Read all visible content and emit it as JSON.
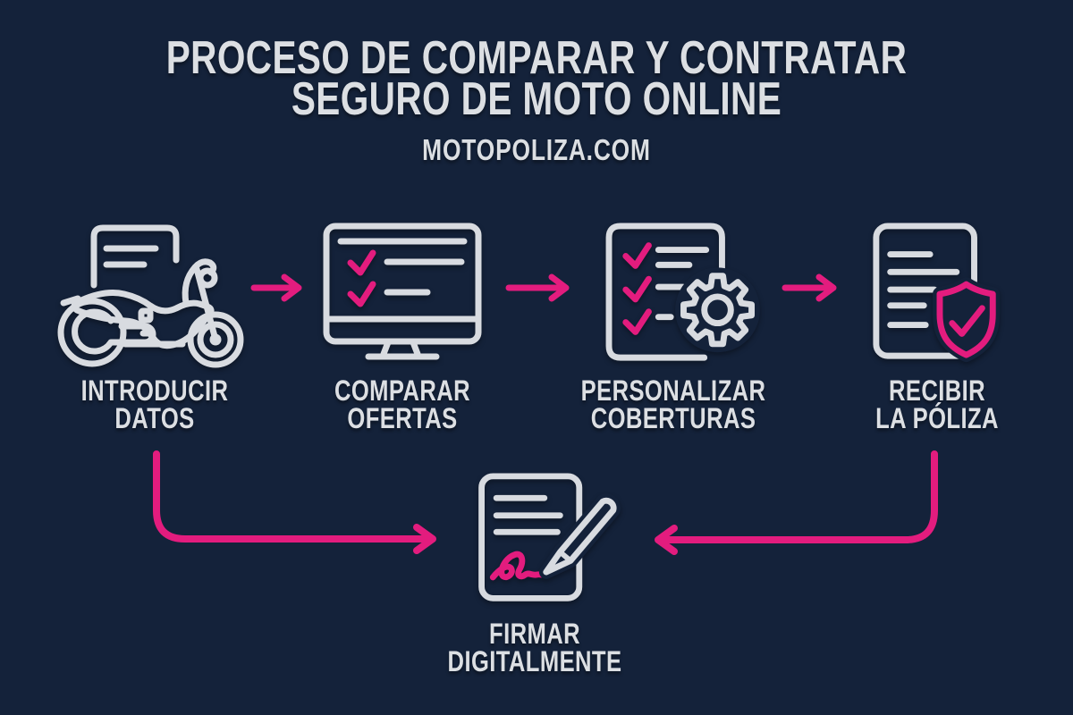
{
  "header": {
    "title_line1": "PROCESO DE COMPARAR Y CONTRATAR",
    "title_line2": "SEGURO DE MOTO ONLINE",
    "subtitle": "MOTOPOLIZA.COM"
  },
  "steps": [
    {
      "order": "1",
      "label_line1": "INTRODUCIR",
      "label_line2": "DATOS",
      "icon": "motorcycle-document-icon"
    },
    {
      "order": "2",
      "label_line1": "COMPARAR",
      "label_line2": "OFERTAS",
      "icon": "monitor-checklist-icon"
    },
    {
      "order": "3",
      "label_line1": "PERSONALIZAR",
      "label_line2": "COBERTURAS",
      "icon": "document-checklist-gear-icon"
    },
    {
      "order": "4",
      "label_line1": "RECIBIR",
      "label_line2": "LA PÓLIZA",
      "icon": "document-shield-check-icon"
    }
  ],
  "final_step": {
    "order": "5",
    "label_line1": "FIRMAR",
    "label_line2": "DIGITALMENTE",
    "icon": "document-signature-pen-icon"
  },
  "connectors": [
    {
      "from": "introducir-datos",
      "to": "comparar-ofertas",
      "style": "straight-right-arrow"
    },
    {
      "from": "comparar-ofertas",
      "to": "personalizar-coberturas",
      "style": "straight-right-arrow"
    },
    {
      "from": "personalizar-coberturas",
      "to": "recibir-la-poliza",
      "style": "straight-right-arrow"
    },
    {
      "from": "introducir-datos",
      "to": "firmar-digitalmente",
      "style": "elbow-down-right-arrow"
    },
    {
      "from": "recibir-la-poliza",
      "to": "firmar-digitalmente",
      "style": "elbow-down-left-arrow"
    }
  ],
  "colors": {
    "background": "#14223A",
    "icon_stroke": "#D8DBE0",
    "accent_pink": "#E31C7E",
    "text": "#DCDFE3"
  }
}
